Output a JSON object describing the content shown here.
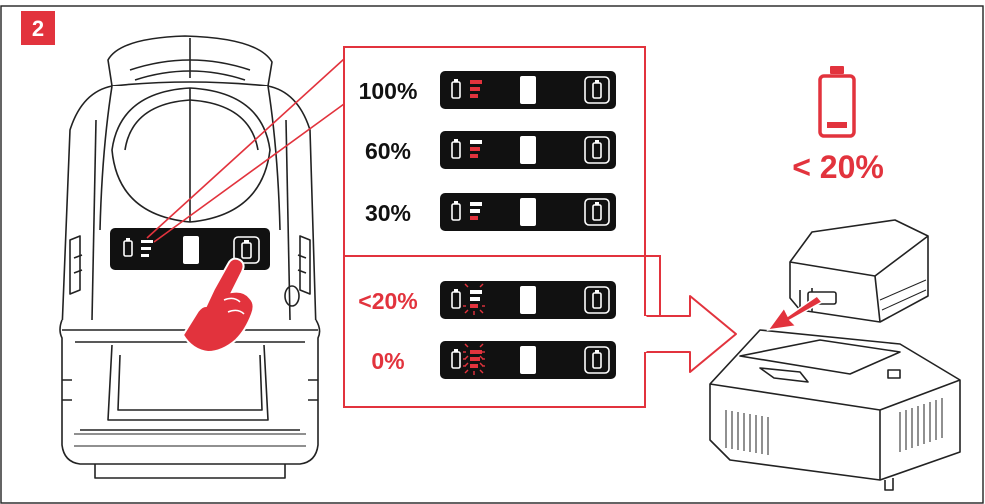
{
  "step_badge": "2",
  "colors": {
    "accent": "#e2333d",
    "dark": "#111111",
    "line": "#222222"
  },
  "levels": [
    {
      "label": "100%",
      "color": "#111111",
      "red_segments": 3,
      "blink": false
    },
    {
      "label": "60%",
      "color": "#111111",
      "red_segments": 2,
      "blink": false
    },
    {
      "label": "30%",
      "color": "#111111",
      "red_segments": 1,
      "blink": false
    },
    {
      "label": "<20%",
      "color": "#e2333d",
      "red_segments": 0,
      "blink": true,
      "blink_segments": 1
    },
    {
      "label": "0%",
      "color": "#e2333d",
      "red_segments": 0,
      "blink": true,
      "blink_segments": 3
    }
  ],
  "low_battery": {
    "icon": "battery-low-icon",
    "label": "< 20%"
  },
  "icons": [
    "battery-icon",
    "battery-small-icon",
    "finger-press-icon",
    "arrow-right-icon",
    "charger-icon"
  ]
}
